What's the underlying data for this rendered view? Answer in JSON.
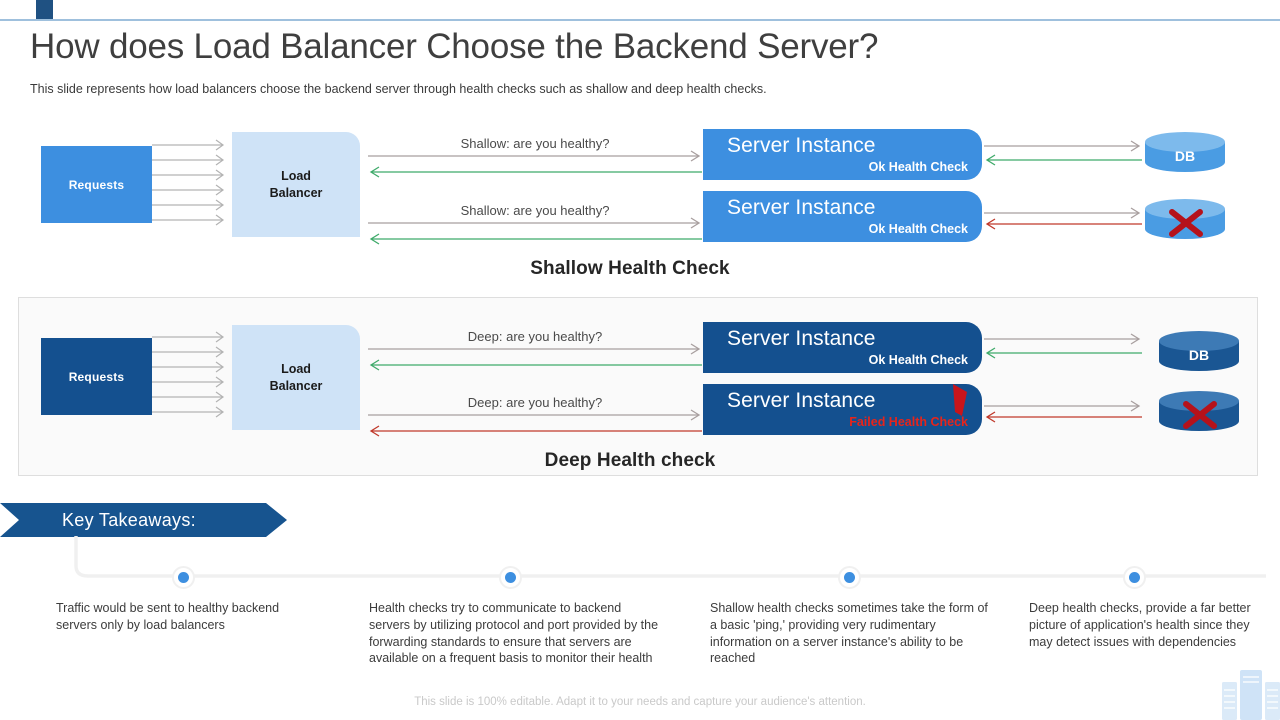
{
  "header": {
    "title": "How does Load Balancer Choose the Backend Server?",
    "subtitle": "This slide represents how load balancers choose the backend server through health checks such as shallow and deep health checks."
  },
  "colors": {
    "accent_dark": "#17548f",
    "accent_light": "#3d8fe0",
    "lb_fill": "#cfe3f7",
    "ok_arrow": "#3faa6a",
    "fail_arrow": "#c0392b",
    "neutral_arrow": "#9e9e9e",
    "fail_text": "#e8241a",
    "panel_bg": "#fafafa",
    "panel_border": "#dedede"
  },
  "shallow": {
    "section_label": "Shallow Health Check",
    "requests_label": "Requests",
    "load_balancer_label_line1": "Load",
    "load_balancer_label_line2": "Balancer",
    "rows": [
      {
        "message": "Shallow: are you healthy?",
        "server_title": "Server Instance",
        "server_status": "Ok Health Check",
        "status_state": "ok",
        "db_label": "DB",
        "db_state": "ok",
        "response_arrow": "ok"
      },
      {
        "message": "Shallow: are you healthy?",
        "server_title": "Server Instance",
        "server_status": "Ok Health Check",
        "status_state": "ok",
        "db_label": "",
        "db_state": "failed",
        "response_arrow": "ok"
      }
    ]
  },
  "deep": {
    "section_label": "Deep Health check",
    "requests_label": "Requests",
    "load_balancer_label_line1": "Load",
    "load_balancer_label_line2": "Balancer",
    "rows": [
      {
        "message": "Deep: are you healthy?",
        "server_title": "Server Instance",
        "server_status": "Ok Health Check",
        "status_state": "ok",
        "db_label": "DB",
        "db_state": "ok",
        "response_arrow": "ok"
      },
      {
        "message": "Deep: are you healthy?",
        "server_title": "Server Instance",
        "server_status": "Failed Health Check",
        "status_state": "failed",
        "db_label": "",
        "db_state": "failed",
        "response_arrow": "failed"
      }
    ]
  },
  "key_takeaways": {
    "banner_label": "Key Takeaways:",
    "items": [
      {
        "text": "Traffic would be sent to healthy backend servers only by load balancers"
      },
      {
        "text": "Health checks try to communicate to backend servers by utilizing protocol and port provided by the forwarding standards to ensure that servers are available on a frequent basis to monitor their health"
      },
      {
        "text": "Shallow health checks sometimes take the form of a basic 'ping,' providing very rudimentary information on a server instance's ability to be reached"
      },
      {
        "text": "Deep health checks, provide a far better picture of application's health since they may detect issues with dependencies"
      }
    ]
  },
  "footer": {
    "note": "This slide is 100% editable. Adapt it to your needs and capture your audience's attention."
  }
}
